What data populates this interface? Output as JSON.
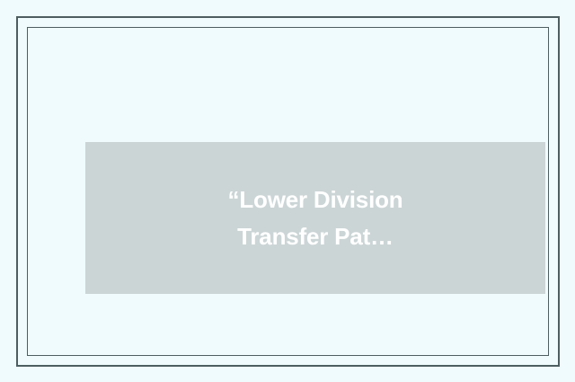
{
  "theme": {
    "page_background": "#effbfd",
    "frame_color": "#4e5e60",
    "plate_color": "#ccd5d6",
    "title_color": "#ffffff"
  },
  "card": {
    "placeholder": {
      "title": "“Lower Division\nTransfer Pat…",
      "title_line_1": "“Lower Division",
      "title_line_2": "Transfer Pat…",
      "truncated": "true"
    }
  }
}
